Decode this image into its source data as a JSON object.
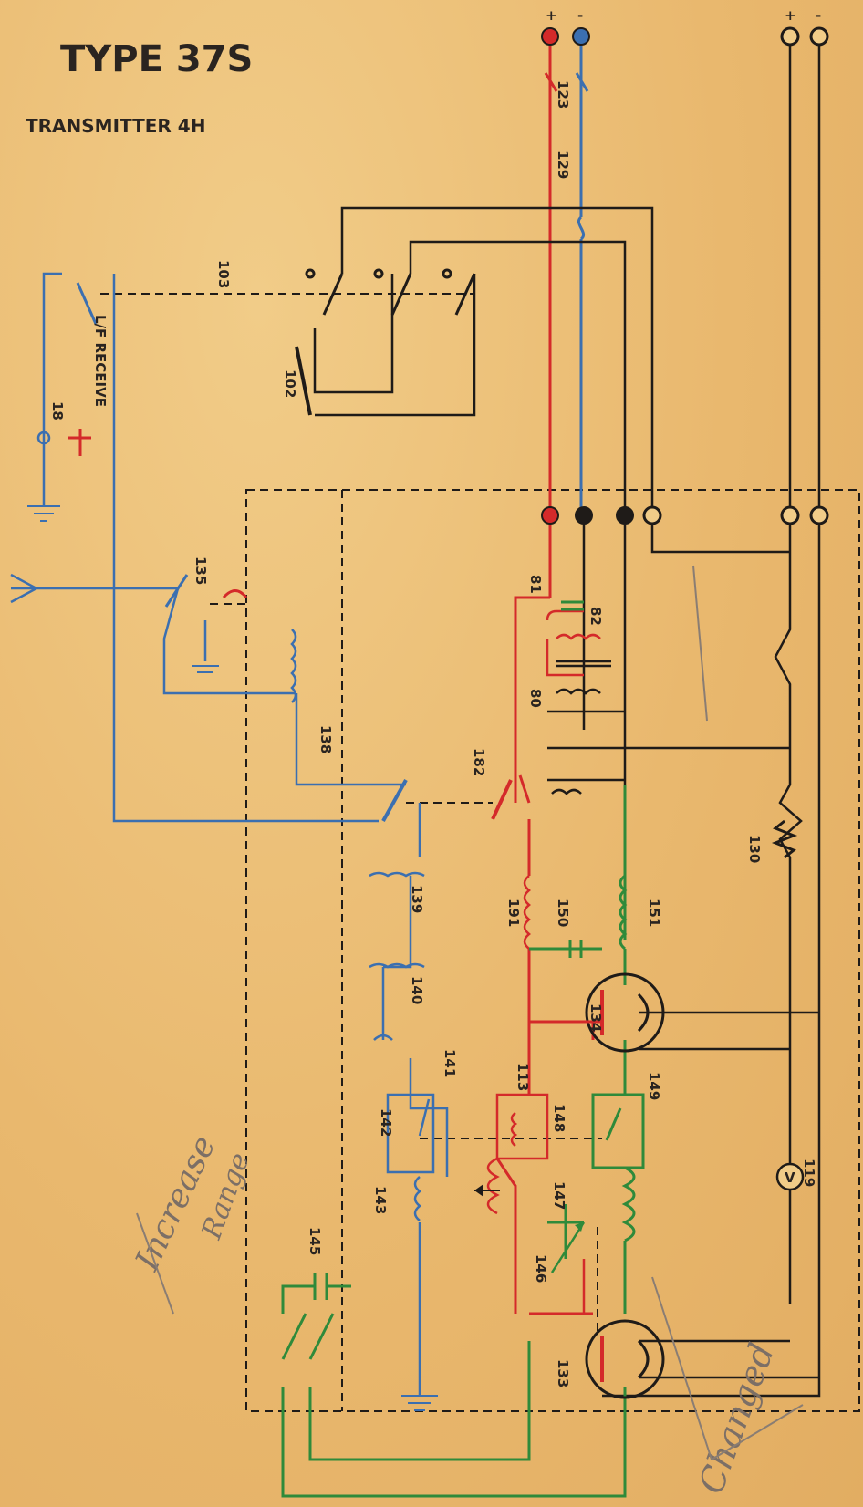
{
  "title": "TYPE 37S",
  "subtitle": "TRANSMITTER 4H",
  "polarity": {
    "plus": "+",
    "minus": "-"
  },
  "labels": {
    "l123": "123",
    "l129": "129",
    "l103": "103",
    "l102": "102",
    "l18": "18",
    "lf_receive": "L/F RECEIVE",
    "l135": "135",
    "l138": "138",
    "l182": "182",
    "l81": "81",
    "l82": "82",
    "l80": "80",
    "l139": "139",
    "l140": "140",
    "l141": "141",
    "l142": "142",
    "l143": "143",
    "l145": "145",
    "l146": "146",
    "l147": "147",
    "l148": "148",
    "l149": "149",
    "l150": "150",
    "l151": "151",
    "l191": "191",
    "l130": "130",
    "l133": "133",
    "l134": "134",
    "l119": "119",
    "v": "V",
    "l113": "113"
  },
  "handwriting": {
    "note1": "Increase",
    "note2": "Range",
    "note3": "Changed"
  },
  "colors": {
    "red": "#d42a2a",
    "blue": "#3b6fb0",
    "green": "#2f8a3a",
    "black": "#1f1b18"
  }
}
